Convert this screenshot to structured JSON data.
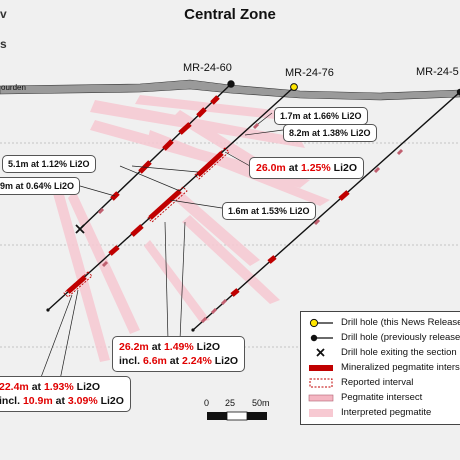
{
  "title": "Central Zone",
  "corner_text_top": "v",
  "corner_text_2": "s",
  "overburden_label": "ourden",
  "holes": [
    {
      "name": "MR-24-60",
      "status": "previously-released"
    },
    {
      "name": "MR-24-76",
      "status": "news-release"
    },
    {
      "name": "MR-24-5",
      "status": "previously-released"
    }
  ],
  "callouts": [
    {
      "id": "c1",
      "parts": [
        {
          "t": "1.7m at 1.66% Li2O",
          "red": false
        }
      ]
    },
    {
      "id": "c2",
      "parts": [
        {
          "t": "8.2m at 1.38% Li2O",
          "red": false
        }
      ]
    },
    {
      "id": "c3",
      "parts": [
        {
          "t": "5.1m at 1.12% Li2O",
          "red": false
        }
      ]
    },
    {
      "id": "c4",
      "parts": [
        {
          "t": "26.0m",
          "red": true
        },
        {
          "t": " at ",
          "red": false
        },
        {
          "t": "1.25%",
          "red": true
        },
        {
          "t": " Li2O",
          "red": false
        }
      ]
    },
    {
      "id": "c5",
      "parts": [
        {
          "t": "9m at 0.64% Li2O",
          "red": false
        }
      ]
    },
    {
      "id": "c6",
      "parts": [
        {
          "t": "1.6m at 1.53% Li2O",
          "red": false
        }
      ]
    }
  ],
  "callout_big_1": {
    "line1": [
      {
        "t": "26.2m",
        "red": true
      },
      {
        "t": " at ",
        "red": false
      },
      {
        "t": "1.49%",
        "red": true
      },
      {
        "t": " Li2O",
        "red": false
      }
    ],
    "line2": [
      {
        "t": "incl. ",
        "red": false
      },
      {
        "t": "6.6m",
        "red": true
      },
      {
        "t": " at ",
        "red": false
      },
      {
        "t": "2.24%",
        "red": true
      },
      {
        "t": " Li2O",
        "red": false
      }
    ]
  },
  "callout_big_2": {
    "line1": [
      {
        "t": "22.4m",
        "red": true
      },
      {
        "t": " at ",
        "red": false
      },
      {
        "t": "1.93%",
        "red": true
      },
      {
        "t": " Li2O",
        "red": false
      }
    ],
    "line2": [
      {
        "t": "incl. ",
        "red": false
      },
      {
        "t": "10.9m",
        "red": true
      },
      {
        "t": " at ",
        "red": false
      },
      {
        "t": "3.09%",
        "red": true
      },
      {
        "t": " Li2O",
        "red": false
      }
    ]
  },
  "legend": [
    {
      "symbol": "yellow-collar",
      "label": "Drill hole (this News Release"
    },
    {
      "symbol": "black-collar",
      "label": "Drill hole (previously release"
    },
    {
      "symbol": "x-mark",
      "label": "Drill hole exiting the section"
    },
    {
      "symbol": "red-bar",
      "label": "Mineralized pegmatite inters"
    },
    {
      "symbol": "dashed-box",
      "label": "Reported interval"
    },
    {
      "symbol": "pink-bar",
      "label": "Pegmatite intersect"
    },
    {
      "symbol": "pink-fill",
      "label": "Interpreted pegmatite"
    }
  ],
  "scale": {
    "ticks": [
      "0",
      "25",
      "50m"
    ]
  },
  "colors": {
    "mineralized": "#c00000",
    "pegmatite": "#f4b6c2",
    "interpreted": "#f7c9d2",
    "overburden": "#9a9a9a",
    "collar_new": "#ffe600"
  }
}
